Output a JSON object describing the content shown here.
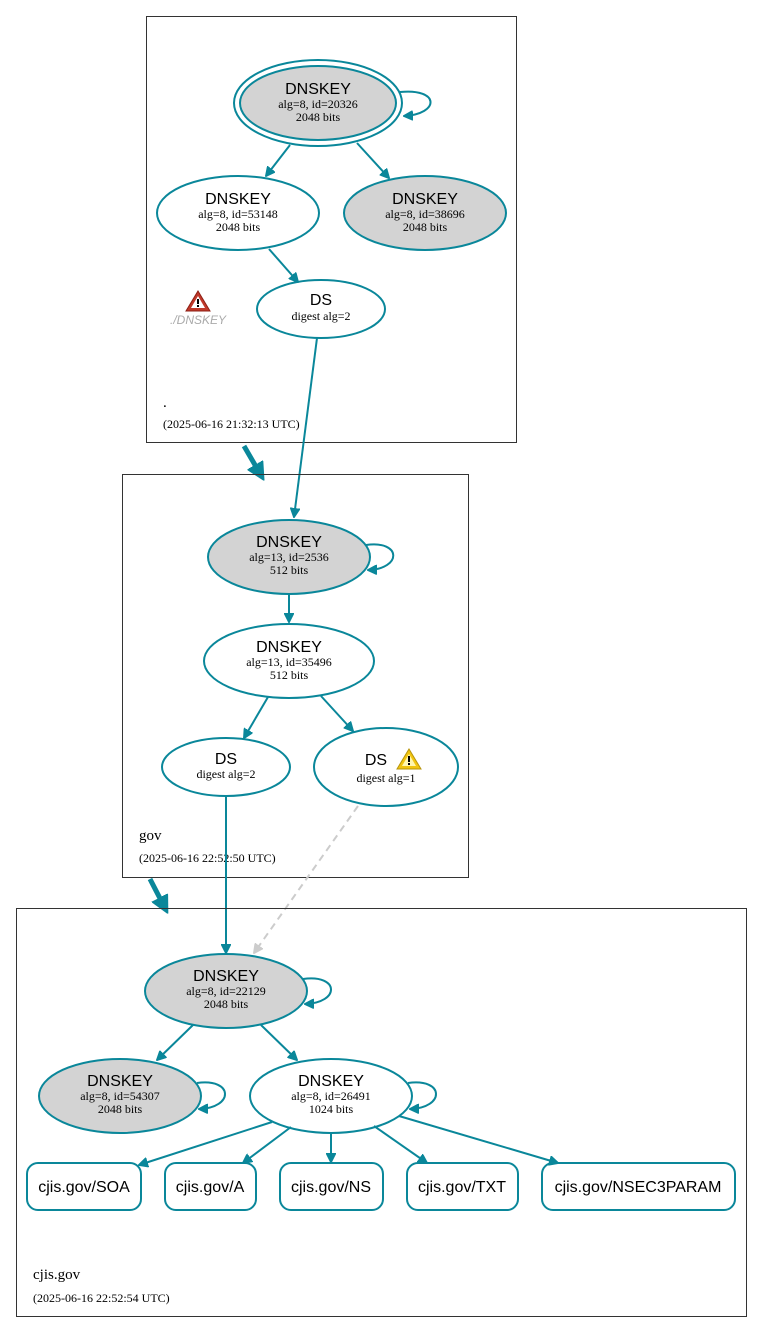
{
  "zones": {
    "root": {
      "name": ".",
      "timestamp": "(2025-06-16 21:32:13 UTC)",
      "warning_label": "./DNSKEY",
      "nodes": {
        "ksk": {
          "title": "DNSKEY",
          "line1": "alg=8, id=20326",
          "line2": "2048 bits"
        },
        "zsk1": {
          "title": "DNSKEY",
          "line1": "alg=8, id=53148",
          "line2": "2048 bits"
        },
        "zsk2": {
          "title": "DNSKEY",
          "line1": "alg=8, id=38696",
          "line2": "2048 bits"
        },
        "ds": {
          "title": "DS",
          "line1": "digest alg=2"
        }
      }
    },
    "gov": {
      "name": "gov",
      "timestamp": "(2025-06-16 22:52:50 UTC)",
      "nodes": {
        "ksk": {
          "title": "DNSKEY",
          "line1": "alg=13, id=2536",
          "line2": "512 bits"
        },
        "zsk": {
          "title": "DNSKEY",
          "line1": "alg=13, id=35496",
          "line2": "512 bits"
        },
        "ds2": {
          "title": "DS",
          "line1": "digest alg=2"
        },
        "ds1": {
          "title": "DS",
          "line1": "digest alg=1"
        }
      }
    },
    "cjis": {
      "name": "cjis.gov",
      "timestamp": "(2025-06-16 22:52:54 UTC)",
      "nodes": {
        "ksk": {
          "title": "DNSKEY",
          "line1": "alg=8, id=22129",
          "line2": "2048 bits"
        },
        "key2": {
          "title": "DNSKEY",
          "line1": "alg=8, id=54307",
          "line2": "2048 bits"
        },
        "zsk": {
          "title": "DNSKEY",
          "line1": "alg=8, id=26491",
          "line2": "1024 bits"
        }
      },
      "records": [
        "cjis.gov/SOA",
        "cjis.gov/A",
        "cjis.gov/NS",
        "cjis.gov/TXT",
        "cjis.gov/NSEC3PARAM"
      ]
    }
  },
  "colors": {
    "edge": "#0a879a",
    "grey_node_fill": "#d3d3d3",
    "dashed_edge": "#cccccc",
    "error_icon": "#c0392b",
    "warning_icon": "#f1c40f"
  },
  "icons": {
    "root_warning": "error-triangle-icon",
    "gov_ds1_warning": "warning-triangle-icon"
  }
}
